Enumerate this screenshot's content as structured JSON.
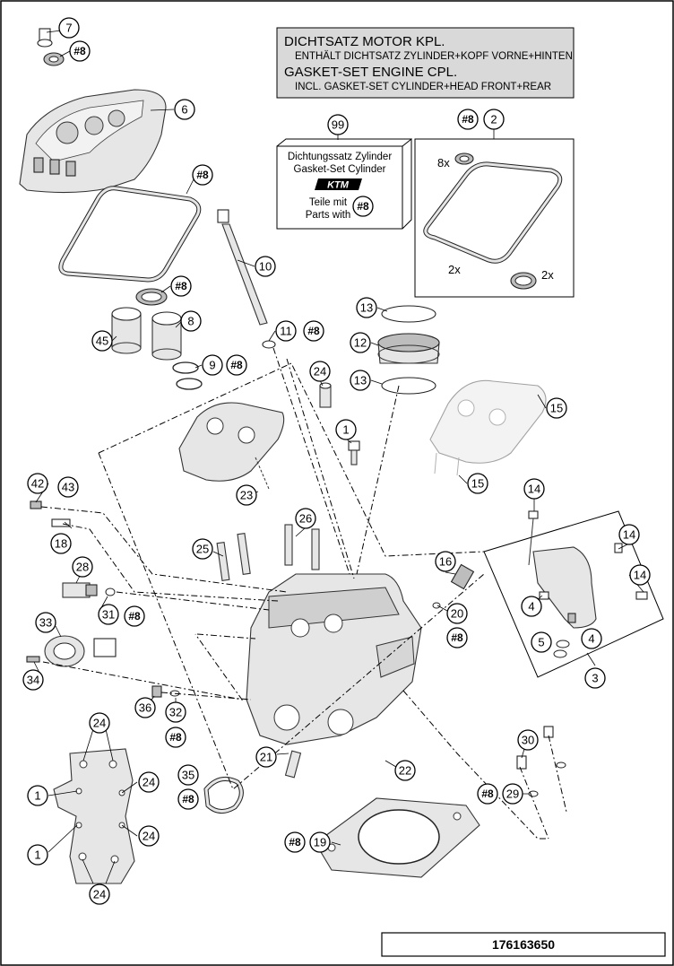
{
  "info_box": {
    "line1": "DICHTSATZ MOTOR KPL.",
    "line2": "ENTHÄLT DICHTSATZ ZYLINDER+KOPF VORNE+HINTEN",
    "line3": "GASKET-SET ENGINE CPL.",
    "line4": "INCL. GASKET-SET CYLINDER+HEAD FRONT+REAR"
  },
  "gasket_box": {
    "line1": "Dichtungssatz Zylinder",
    "line2": "Gasket-Set Cylinder",
    "logo": "KTM",
    "line3": "Teile mit",
    "line4": "Parts with",
    "badge": "#8"
  },
  "qty": {
    "a": "8x",
    "b": "2x",
    "c": "2x"
  },
  "callouts": {
    "n1": "1",
    "n2": "2",
    "n3": "3",
    "n4": "4",
    "n5": "5",
    "n6": "6",
    "n7": "7",
    "n8": "8",
    "n9": "9",
    "n10": "10",
    "n11": "11",
    "n12": "12",
    "n13": "13",
    "n14": "14",
    "n15": "15",
    "n16": "16",
    "n18": "18",
    "n19": "19",
    "n20": "20",
    "n21": "21",
    "n22": "22",
    "n23": "23",
    "n24": "24",
    "n25": "25",
    "n26": "26",
    "n28": "28",
    "n29": "29",
    "n30": "30",
    "n31": "31",
    "n32": "32",
    "n33": "33",
    "n34": "34",
    "n35": "35",
    "n36": "36",
    "n42": "42",
    "n43": "43",
    "n45": "45",
    "n99": "99",
    "hash8": "#8"
  },
  "serial_number": "176163650"
}
